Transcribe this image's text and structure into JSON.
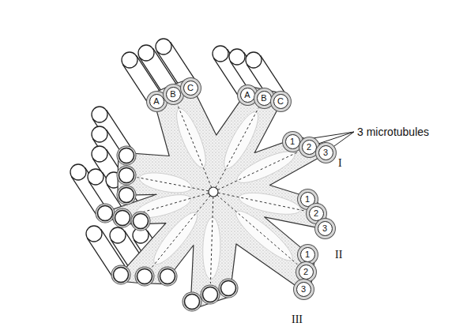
{
  "diagram": {
    "nodes": [
      {
        "text": [
          "A"
        ]
      },
      {
        "text": [
          "B"
        ]
      },
      {
        "text": [
          "C"
        ]
      },
      {
        "text": [
          "A"
        ]
      },
      {
        "text": [
          "B"
        ]
      },
      {
        "text": [
          "C"
        ]
      },
      {
        "text": [
          "1"
        ]
      },
      {
        "text": [
          "2"
        ]
      },
      {
        "text": [
          "3"
        ]
      },
      {
        "text": [
          "1"
        ]
      },
      {
        "text": [
          "2"
        ]
      },
      {
        "text": [
          "3"
        ]
      },
      {
        "text": [
          "1"
        ]
      },
      {
        "text": [
          "2"
        ]
      },
      {
        "text": [
          "3"
        ]
      }
    ],
    "labels": [
      "3 microtubules",
      "I",
      "II",
      "III"
    ]
  }
}
